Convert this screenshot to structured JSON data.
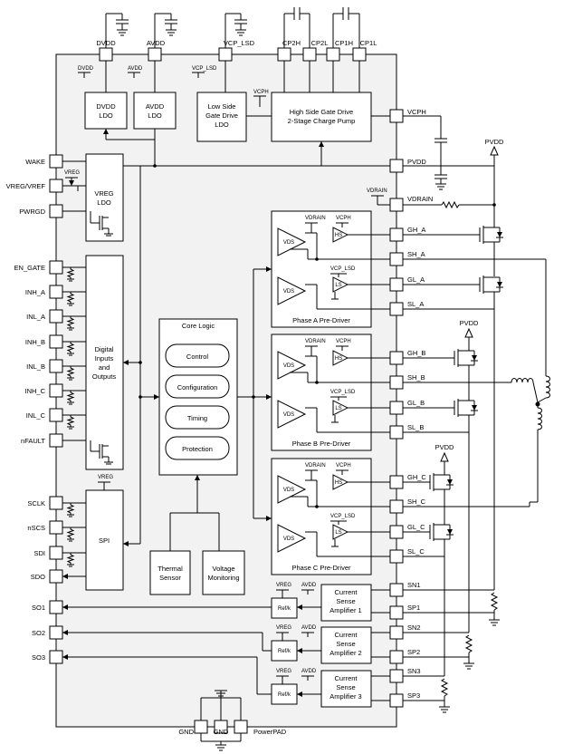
{
  "top_pins": {
    "dvdd": "DVDD",
    "avdd": "AVDD",
    "vcp_lsd": "VCP_LSD",
    "cp2h": "CP2H",
    "cp2l": "CP2L",
    "cp1h": "CP1H",
    "cp1l": "CP1L"
  },
  "left_pins": {
    "wake": "WAKE",
    "vreg_vref": "VREG/VREF",
    "pwrgd": "PWRGD",
    "en_gate": "EN_GATE",
    "inh_a": "INH_A",
    "inl_a": "INL_A",
    "inh_b": "INH_B",
    "inl_b": "INL_B",
    "inh_c": "INH_C",
    "inl_c": "INL_C",
    "nfault": "nFAULT",
    "sclk": "SCLK",
    "nscs": "nSCS",
    "sdi": "SDI",
    "sdo": "SDO",
    "so1": "SO1",
    "so2": "SO2",
    "so3": "SO3"
  },
  "right_pins": {
    "vcph": "VCPH",
    "pvdd": "PVDD",
    "vdrain": "VDRAIN",
    "gh_a": "GH_A",
    "sh_a": "SH_A",
    "gl_a": "GL_A",
    "sl_a": "SL_A",
    "gh_b": "GH_B",
    "sh_b": "SH_B",
    "gl_b": "GL_B",
    "sl_b": "SL_B",
    "gh_c": "GH_C",
    "sh_c": "SH_C",
    "gl_c": "GL_C",
    "sl_c": "SL_C",
    "sn1": "SN1",
    "sp1": "SP1",
    "sn2": "SN2",
    "sp2": "SP2",
    "sn3": "SN3",
    "sp3": "SP3"
  },
  "bottom_pins": {
    "gnd1": "GND",
    "gnd2": "GND",
    "powerpad": "PowerPAD"
  },
  "blocks": {
    "dvdd_ldo": [
      "DVDD",
      "LDO"
    ],
    "avdd_ldo": [
      "AVDD",
      "LDO"
    ],
    "ls_ldo": [
      "Low Side",
      "Gate Drive",
      "LDO"
    ],
    "charge_pump": [
      "High Side Gate Drive",
      "2-Stage Charge Pump"
    ],
    "vreg_ldo": [
      "VREG",
      "LDO"
    ],
    "digital_io": [
      "Digital",
      "Inputs",
      "and",
      "Outputs"
    ],
    "spi": "SPI",
    "core_logic": "Core Logic",
    "control": "Control",
    "configuration": "Configuration",
    "timing": "Timing",
    "protection": "Protection",
    "thermal": [
      "Thermal",
      "Sensor"
    ],
    "voltage_mon": [
      "Voltage",
      "Monitoring"
    ],
    "phase_a": "Phase A Pre-Driver",
    "phase_b": "Phase B Pre-Driver",
    "phase_c": "Phase C Pre-Driver",
    "csa1": [
      "Current",
      "Sense",
      "Amplifier 1"
    ],
    "csa2": [
      "Current",
      "Sense",
      "Amplifier 2"
    ],
    "csa3": [
      "Current",
      "Sense",
      "Amplifier 3"
    ],
    "refk": "Ref/k"
  },
  "small_labels": {
    "dvdd": "DVDD",
    "avdd": "AVDD",
    "vcp_lsd": "VCP_LSD",
    "vcph": "VCPH",
    "vreg": "VREG",
    "vdrain": "VDRAIN",
    "vds": "VDS",
    "hs": "HS",
    "ls": "LS",
    "pvdd": "PVDD"
  }
}
